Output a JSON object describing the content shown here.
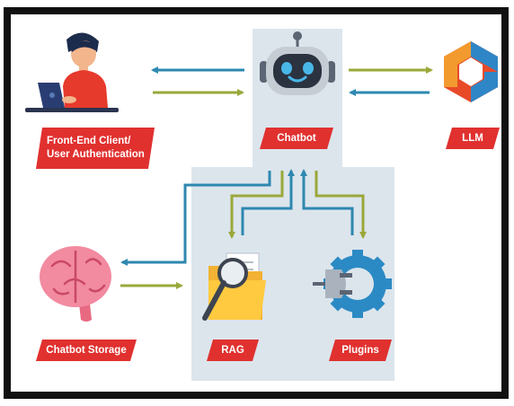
{
  "nodes": {
    "client": {
      "line1": "Front-End Client/",
      "line2": "User Authentication"
    },
    "chatbot": "Chatbot",
    "llm": "LLM",
    "storage": "Chatbot Storage",
    "rag": "RAG",
    "plugins": "Plugins"
  },
  "colors": {
    "label_bg": "#e0312f",
    "arrow_blue": "#2e88b0",
    "arrow_olive": "#9aa83a",
    "panel": "#dce5ec",
    "frame": "#111111"
  }
}
